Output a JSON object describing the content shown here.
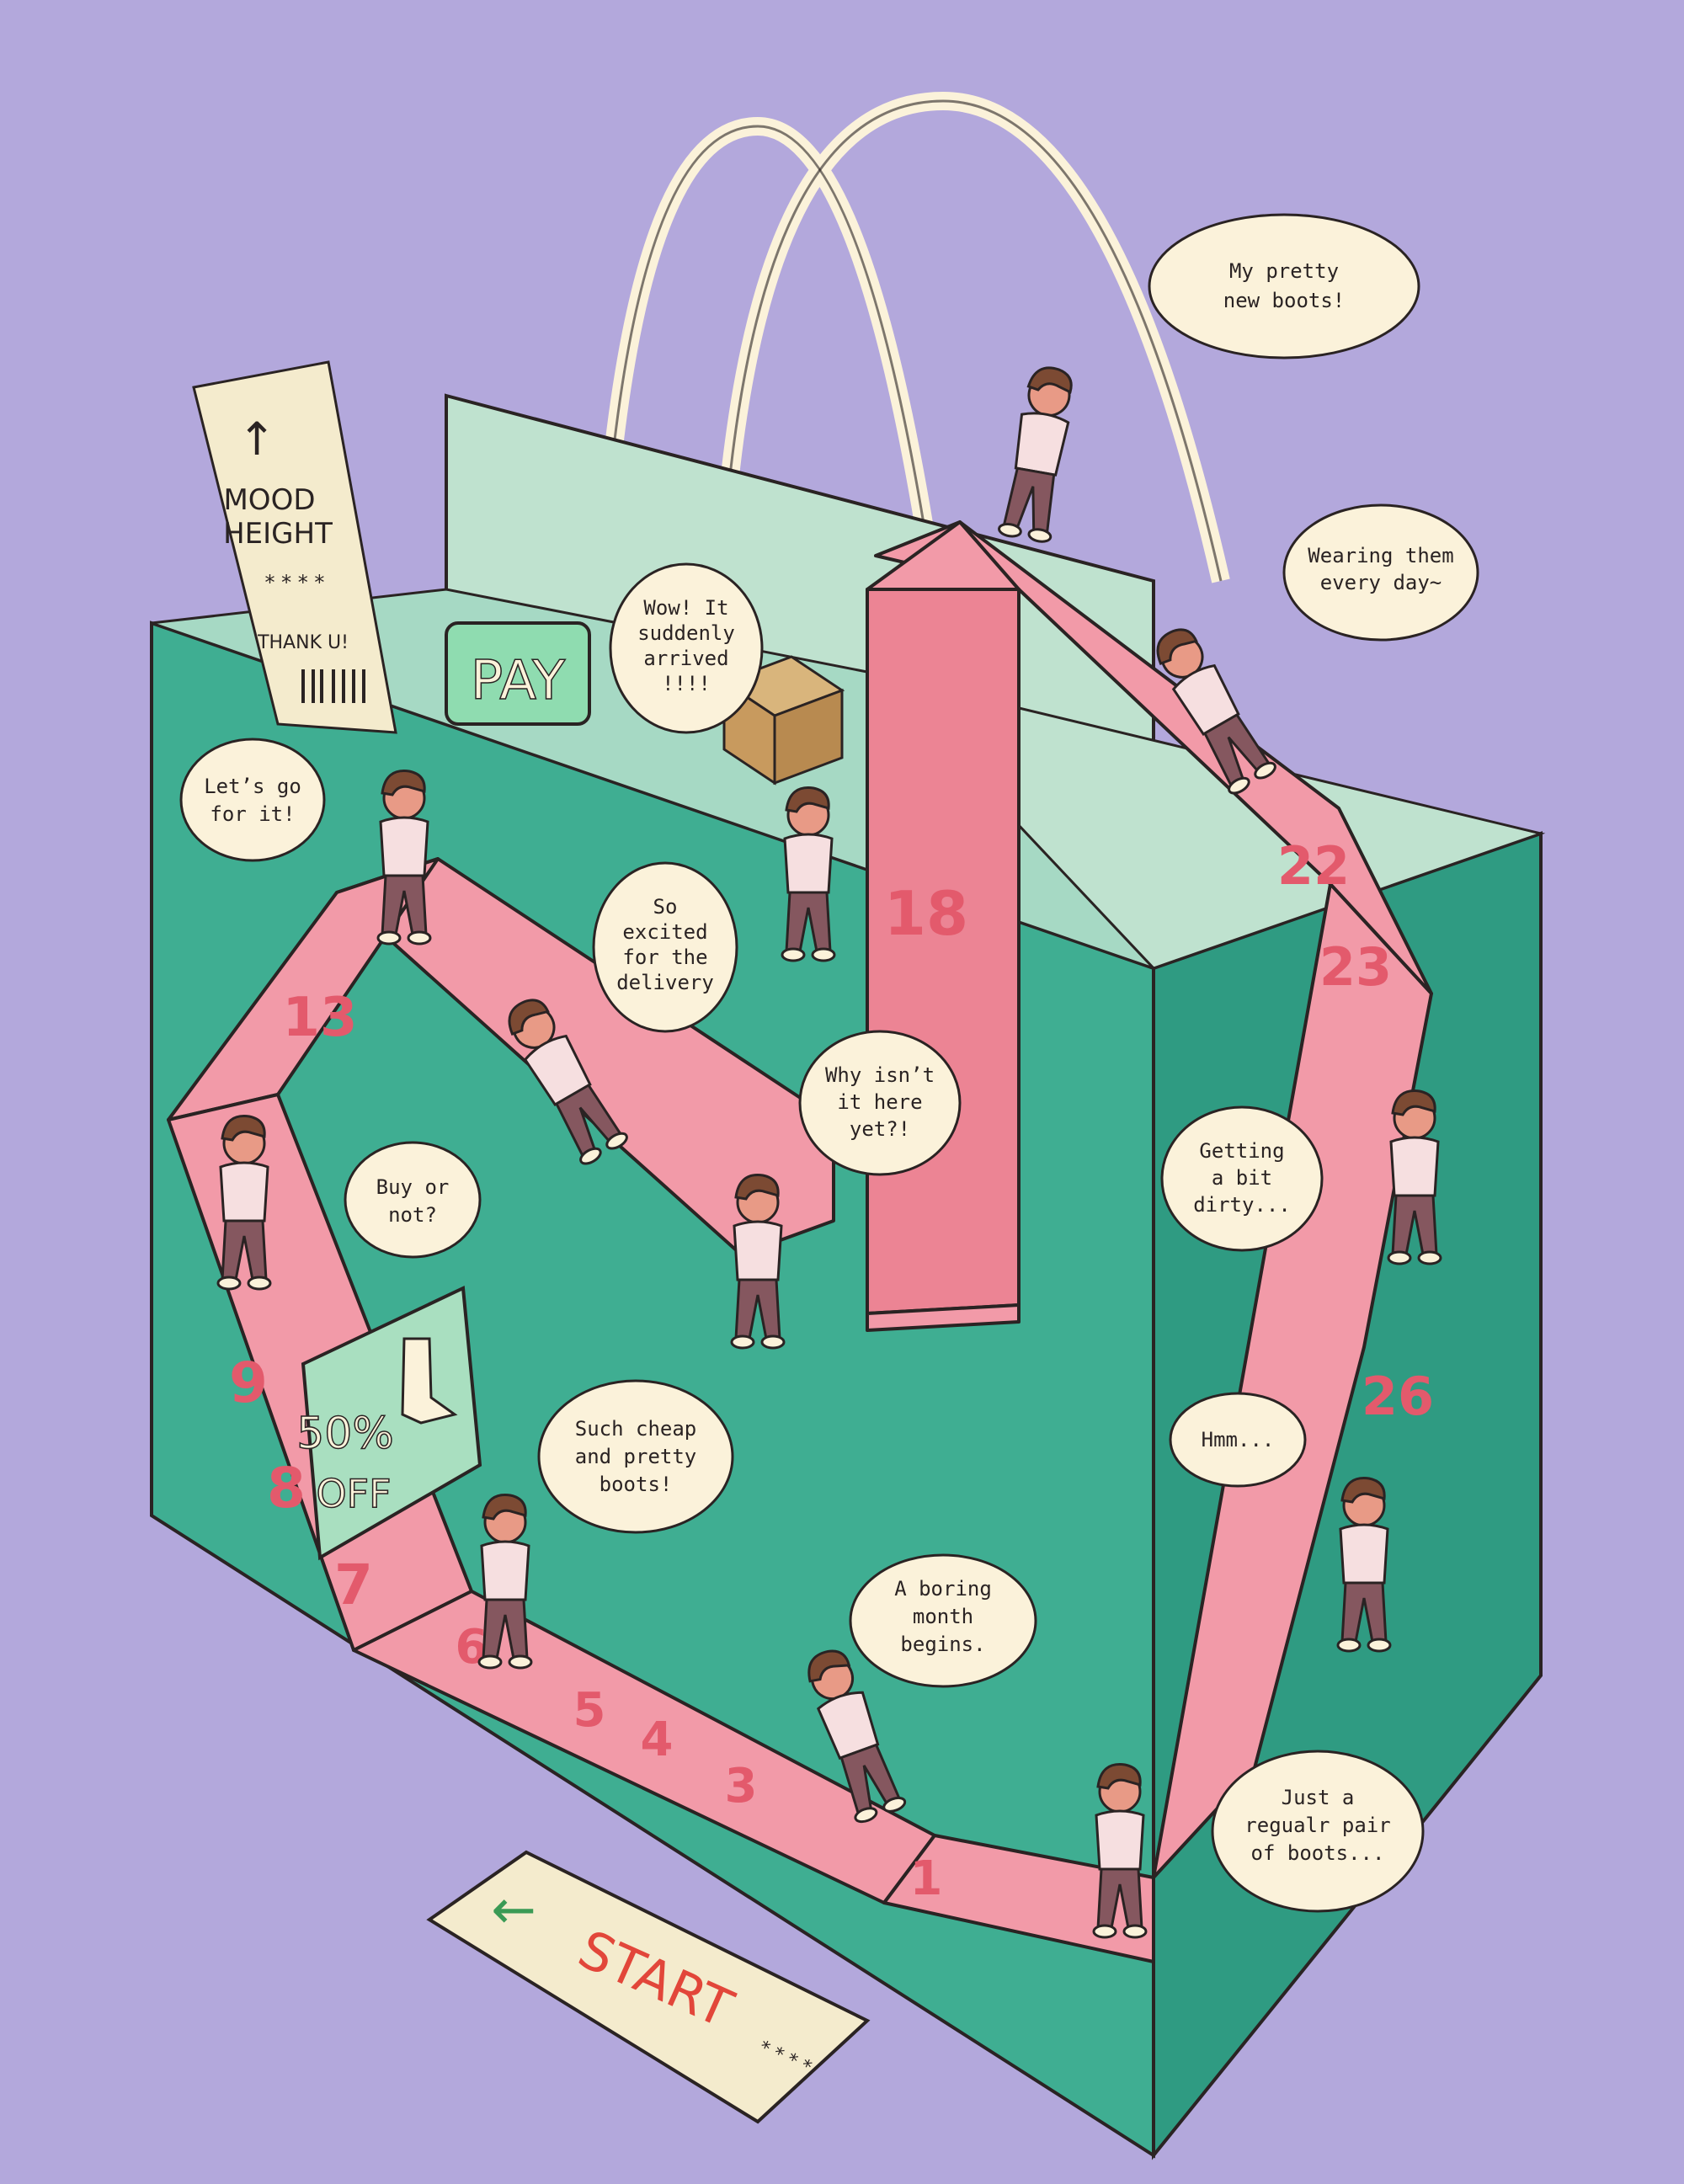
{
  "colors": {
    "background": "#b3a8dc",
    "bag_front": "#3fae92",
    "bag_side": "#2f9b82",
    "bag_inner": "#bfe2cf",
    "track": "#f29aa8",
    "track_numbers": "#e35a6c",
    "bubble_fill": "#fbf2da",
    "person_top": "#f6dfe0",
    "person_pants": "#85575f",
    "hair": "#7c4a33",
    "skin": "#e89a86"
  },
  "receipt": {
    "arrow": "↑",
    "line1": "MOOD",
    "line2": "HEIGHT",
    "stars": "* * * *",
    "thanks": "THANK U!"
  },
  "pay_button": {
    "label": "PAY"
  },
  "sale_sign": {
    "percent": "50%",
    "off": "OFF"
  },
  "start_ticket": {
    "label": "START",
    "arrow": "←",
    "stars": "* * * *"
  },
  "track_numbers": {
    "n1": "1",
    "n3": "3",
    "n4": "4",
    "n5": "5",
    "n6": "6",
    "n7": "7",
    "n8": "8",
    "n9": "9",
    "n13": "13",
    "n18": "18",
    "n22": "22",
    "n23": "23",
    "n26": "26"
  },
  "bubbles": {
    "boring_1": "A boring",
    "boring_2": "month",
    "boring_3": "begins.",
    "cheap_1": "Such cheap",
    "cheap_2": "and pretty",
    "cheap_3": "boots!",
    "buy_1": "Buy or",
    "buy_2": "not?",
    "letsgo_1": "Let’s go",
    "letsgo_2": "for it!",
    "excited_1": "So",
    "excited_2": "excited",
    "excited_3": "for the",
    "excited_4": "delivery",
    "why_1": "Why isn’t",
    "why_2": "it here",
    "why_3": "yet?!",
    "wow_1": "Wow! It",
    "wow_2": "suddenly",
    "wow_3": "arrived",
    "wow_4": "!!!!",
    "pretty_1": "My pretty",
    "pretty_2": "new boots!",
    "wearing_1": "Wearing them",
    "wearing_2": "every day~",
    "dirty_1": "Getting",
    "dirty_2": "a bit",
    "dirty_3": "dirty...",
    "hmm_1": "Hmm...",
    "regular_1": "Just a",
    "regular_2": "regualr pair",
    "regular_3": "of boots..."
  }
}
